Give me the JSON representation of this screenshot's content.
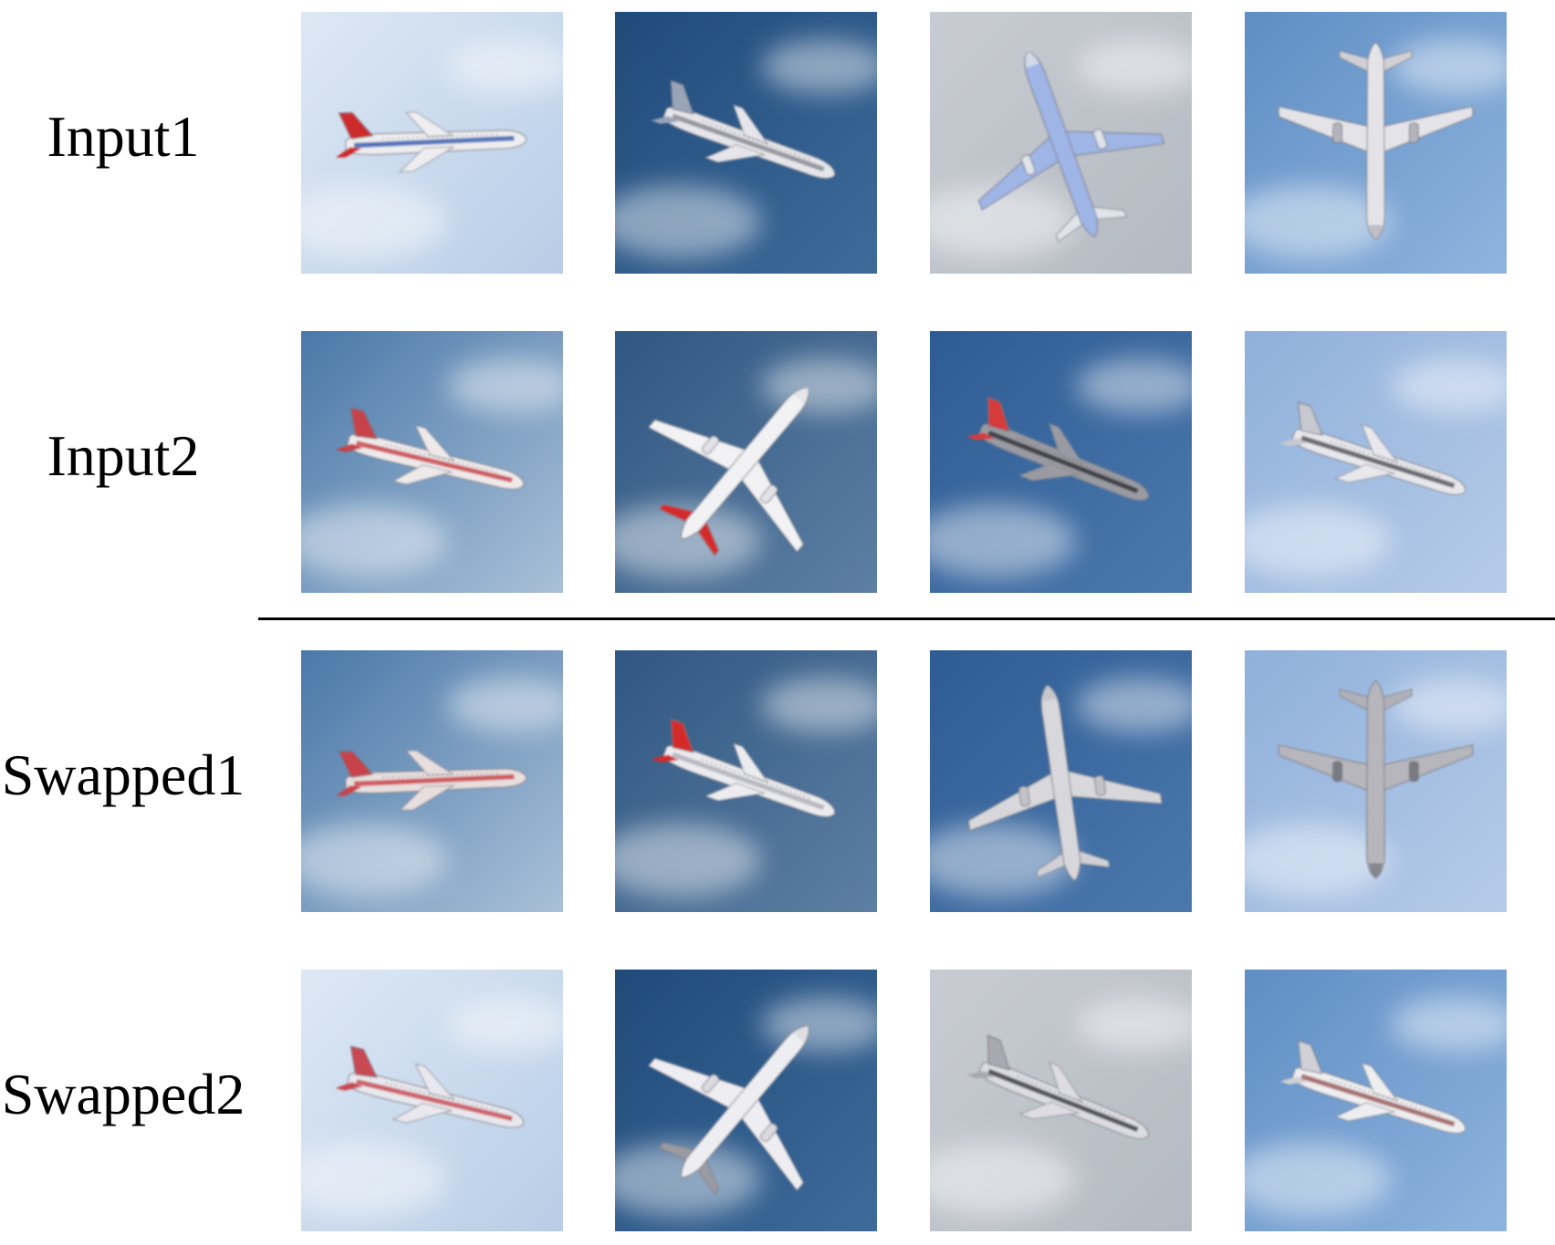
{
  "figure": {
    "rows": [
      {
        "label": "Input1",
        "tiles": [
          {
            "sky": [
              "#dde8f4",
              "#b8cde6"
            ],
            "plane": "side-right",
            "angle": -2,
            "body": "#eeeef0",
            "stripe": "#3a5fb0",
            "tail": "#cc2a2a"
          },
          {
            "sky": [
              "#1f4a7a",
              "#3e6b9a"
            ],
            "plane": "side-right",
            "angle": 20,
            "body": "#e6e6ea",
            "stripe": "#8a8a96",
            "tail": "#9aa4b8"
          },
          {
            "sky": [
              "#c8ccd2",
              "#b4bac2"
            ],
            "plane": "top-down",
            "angle": -20,
            "body": "#9fb5e6",
            "stripe": "#dfe3ea",
            "tail": "#dfe3ea"
          },
          {
            "sky": [
              "#5f8ec4",
              "#8fb4de"
            ],
            "plane": "top-down",
            "angle": 180,
            "body": "#e4e4e8",
            "stripe": "#b4b4bc",
            "tail": "#d0d0d6"
          }
        ]
      },
      {
        "label": "Input2",
        "tiles": [
          {
            "sky": [
              "#4a78a8",
              "#a9c0d8"
            ],
            "plane": "side-right",
            "angle": 14,
            "body": "#efeaea",
            "stripe": "#c8434a",
            "tail": "#c8434a"
          },
          {
            "sky": [
              "#2f5782",
              "#5d7fa3"
            ],
            "plane": "top-down",
            "angle": 40,
            "body": "#f2f2f4",
            "stripe": "#e2e2e6",
            "tail": "#d42a2a"
          },
          {
            "sky": [
              "#2d5b93",
              "#4c79ad"
            ],
            "plane": "side-right",
            "angle": 22,
            "body": "#9a9aa2",
            "stripe": "#333338",
            "tail": "#d63a3a"
          },
          {
            "sky": [
              "#8fb0da",
              "#b6cbe8"
            ],
            "plane": "side-right",
            "angle": 18,
            "body": "#e8e8ec",
            "stripe": "#55555c",
            "tail": "#c8c8d0"
          }
        ]
      },
      {
        "label": "Swapped1",
        "tiles": [
          {
            "sky": [
              "#4a78a8",
              "#a9c0d8"
            ],
            "plane": "side-right",
            "angle": -2,
            "body": "#e8dedd",
            "stripe": "#c8434a",
            "tail": "#c8434a"
          },
          {
            "sky": [
              "#2f5782",
              "#5d7fa3"
            ],
            "plane": "side-right",
            "angle": 20,
            "body": "#ececef",
            "stripe": "#b0b0b8",
            "tail": "#d42a2a"
          },
          {
            "sky": [
              "#2d5b93",
              "#4c79ad"
            ],
            "plane": "top-down",
            "angle": -8,
            "body": "#d8d8dc",
            "stripe": "#c2c2c8",
            "tail": "#d0d0d6"
          },
          {
            "sky": [
              "#8fb0da",
              "#b6cbe8"
            ],
            "plane": "top-down",
            "angle": 180,
            "body": "#b6b6bc",
            "stripe": "#7a7a82",
            "tail": "#b0b0b8"
          }
        ]
      },
      {
        "label": "Swapped2",
        "tiles": [
          {
            "sky": [
              "#dde8f4",
              "#b8cde6"
            ],
            "plane": "side-right",
            "angle": 14,
            "body": "#e8e8ee",
            "stripe": "#c84a52",
            "tail": "#c84a52"
          },
          {
            "sky": [
              "#1f4a7a",
              "#3e6b9a"
            ],
            "plane": "top-down",
            "angle": 40,
            "body": "#eeeef2",
            "stripe": "#dadade",
            "tail": "#9a9aa2"
          },
          {
            "sky": [
              "#c8ccd2",
              "#b4bac2"
            ],
            "plane": "side-right",
            "angle": 22,
            "body": "#dcdce2",
            "stripe": "#3c3c44",
            "tail": "#a8a8b0"
          },
          {
            "sky": [
              "#5f8ec4",
              "#8fb4de"
            ],
            "plane": "side-right",
            "angle": 18,
            "body": "#eeeef0",
            "stripe": "#9a5a5a",
            "tail": "#d0d0d6"
          }
        ]
      }
    ]
  }
}
